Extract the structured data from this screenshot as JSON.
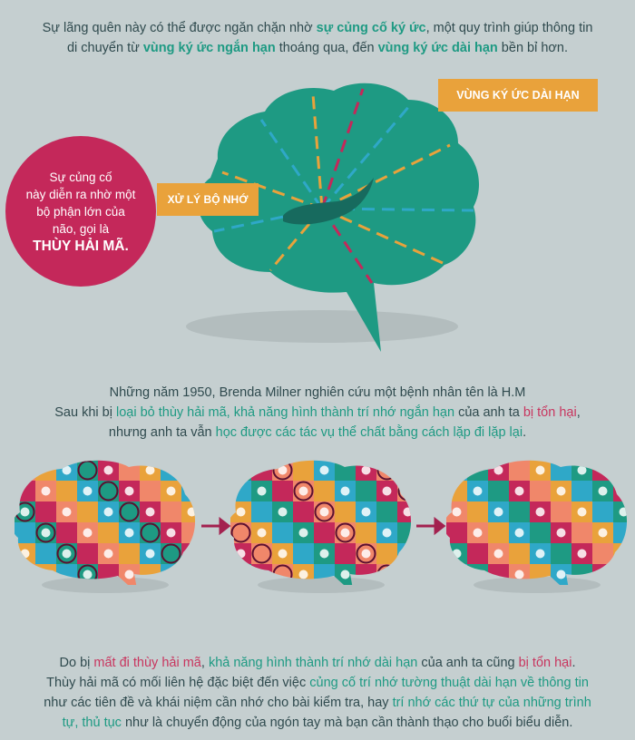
{
  "intro": {
    "line1_a": "Sự lãng quên này có thể được ngăn chặn nhờ ",
    "line1_hl": "sự củng cố ký ức",
    "line1_b": ", một quy trình giúp thông tin",
    "line2_a": "di chuyển từ ",
    "line2_hl1": "vùng ký ức ngắn hạn",
    "line2_b": " thoáng qua, đến ",
    "line2_hl2": "vùng ký ức dài hạn",
    "line2_c": " bền bỉ hơn."
  },
  "labels": {
    "long_term": "VÙNG KÝ ỨC DÀI HẠN",
    "processing": "XỬ LÝ BỘ NHỚ"
  },
  "circle": {
    "line1": "Sự củng cố",
    "line2": "này diễn ra nhờ một",
    "line3": "bộ phận lớn của",
    "line4": "não, gọi là",
    "bold": "THÙY HẢI MÃ."
  },
  "study": {
    "line1": "Những năm 1950, Brenda Milner nghiên cứu một bệnh nhân tên là H.M",
    "line2_a": "Sau khi bị ",
    "line2_hl1": "loại bỏ thùy hải mã, khả năng hình thành trí nhớ ngắn hạn",
    "line2_b": " của anh ta ",
    "line2_red": "bị tổn hại",
    "line2_c": ",",
    "line3_a": "nhưng anh ta vẫn ",
    "line3_hl": "học được các tác vụ thể chất bằng cách lặp đi lặp lại",
    "line3_b": "."
  },
  "outro": {
    "line1_a": "Do bị ",
    "line1_red1": "mất đi thùy hải mã",
    "line1_b": ", ",
    "line1_hl": "khả năng hình thành trí nhớ dài hạn",
    "line1_c": " của anh ta cũng ",
    "line1_red2": "bị tổn hại",
    "line1_d": ".",
    "line2_a": "Thùy hải mã có mối liên hệ đặc biệt đến việc ",
    "line2_hl": "củng cố trí nhớ tường thuật dài hạn về thông tin",
    "line3_a": "như các tiên đề và khái niệm cần nhớ cho bài kiểm tra, hay ",
    "line3_hl": "trí nhớ các thứ tự của những trình",
    "line4_hl": "tự, thủ tục",
    "line4_b": " như là chuyển động của ngón tay mà bạn cần thành thạo cho buổi biểu diễn."
  },
  "colors": {
    "background": "#c5cfd0",
    "brain_teal": "#1e9a83",
    "accent_orange": "#e9a23b",
    "accent_red": "#c4285a",
    "accent_blue": "#2fa8c8"
  }
}
